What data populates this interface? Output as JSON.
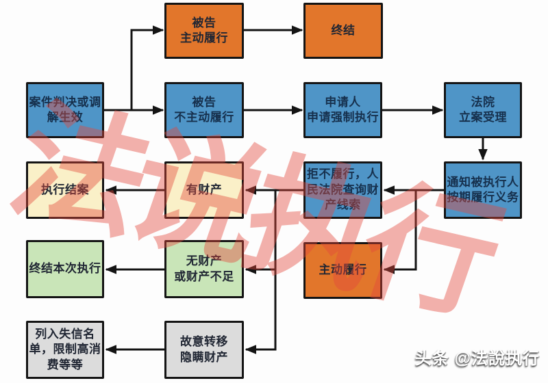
{
  "flowchart": {
    "nodes": {
      "judgment_effective": {
        "label": "案件判决或调\n解生效",
        "color": "blue"
      },
      "defendant_voluntary": {
        "label": "被告\n主动履行",
        "color": "orange"
      },
      "terminate": {
        "label": "终结",
        "color": "orange"
      },
      "defendant_refuses": {
        "label": "被告\n不主动履行",
        "color": "blue"
      },
      "applicant_apply": {
        "label": "申请人\n申请强制执行",
        "color": "blue"
      },
      "court_accept": {
        "label": "法院\n立案受理",
        "color": "blue"
      },
      "execution_closed": {
        "label": "执行结案",
        "color": "cream"
      },
      "has_property": {
        "label": "有财产",
        "color": "cream"
      },
      "refuse_court_inquiry": {
        "label": "拒不履行，人\n民法院查询财\n产线索",
        "color": "blue"
      },
      "notify_perform": {
        "label": "通知被执行人\n按期履行义务",
        "color": "blue"
      },
      "end_this_execution": {
        "label": "终结本次执行",
        "color": "green"
      },
      "no_property": {
        "label": "无财产\n或财产不足",
        "color": "green"
      },
      "voluntary_perform": {
        "label": "主动履行",
        "color": "orange"
      },
      "blacklist": {
        "label": "列入失信名\n单，限制高消\n费等等",
        "color": "gray"
      },
      "hide_property": {
        "label": "故意转移\n隐瞒财产",
        "color": "gray"
      }
    },
    "edges": [
      {
        "from": "judgment_effective",
        "to": "defendant_voluntary"
      },
      {
        "from": "judgment_effective",
        "to": "defendant_refuses"
      },
      {
        "from": "defendant_voluntary",
        "to": "terminate"
      },
      {
        "from": "defendant_refuses",
        "to": "applicant_apply"
      },
      {
        "from": "applicant_apply",
        "to": "court_accept"
      },
      {
        "from": "court_accept",
        "to": "notify_perform"
      },
      {
        "from": "notify_perform",
        "to": "refuse_court_inquiry"
      },
      {
        "from": "notify_perform",
        "to": "voluntary_perform"
      },
      {
        "from": "refuse_court_inquiry",
        "to": "has_property"
      },
      {
        "from": "refuse_court_inquiry",
        "to": "no_property"
      },
      {
        "from": "refuse_court_inquiry",
        "to": "hide_property"
      },
      {
        "from": "has_property",
        "to": "execution_closed"
      },
      {
        "from": "no_property",
        "to": "end_this_execution"
      },
      {
        "from": "hide_property",
        "to": "blacklist"
      }
    ]
  },
  "watermark": {
    "text": "法说执行"
  },
  "credit": {
    "text": "头条 @法說执行"
  },
  "colors": {
    "orange": "#e2762b",
    "blue": "#4f95c7",
    "cream": "#faf0c8",
    "green": "#c9e5b8",
    "gray": "#dcdcdc",
    "border": "#141414",
    "watermark": "#e4483c"
  }
}
